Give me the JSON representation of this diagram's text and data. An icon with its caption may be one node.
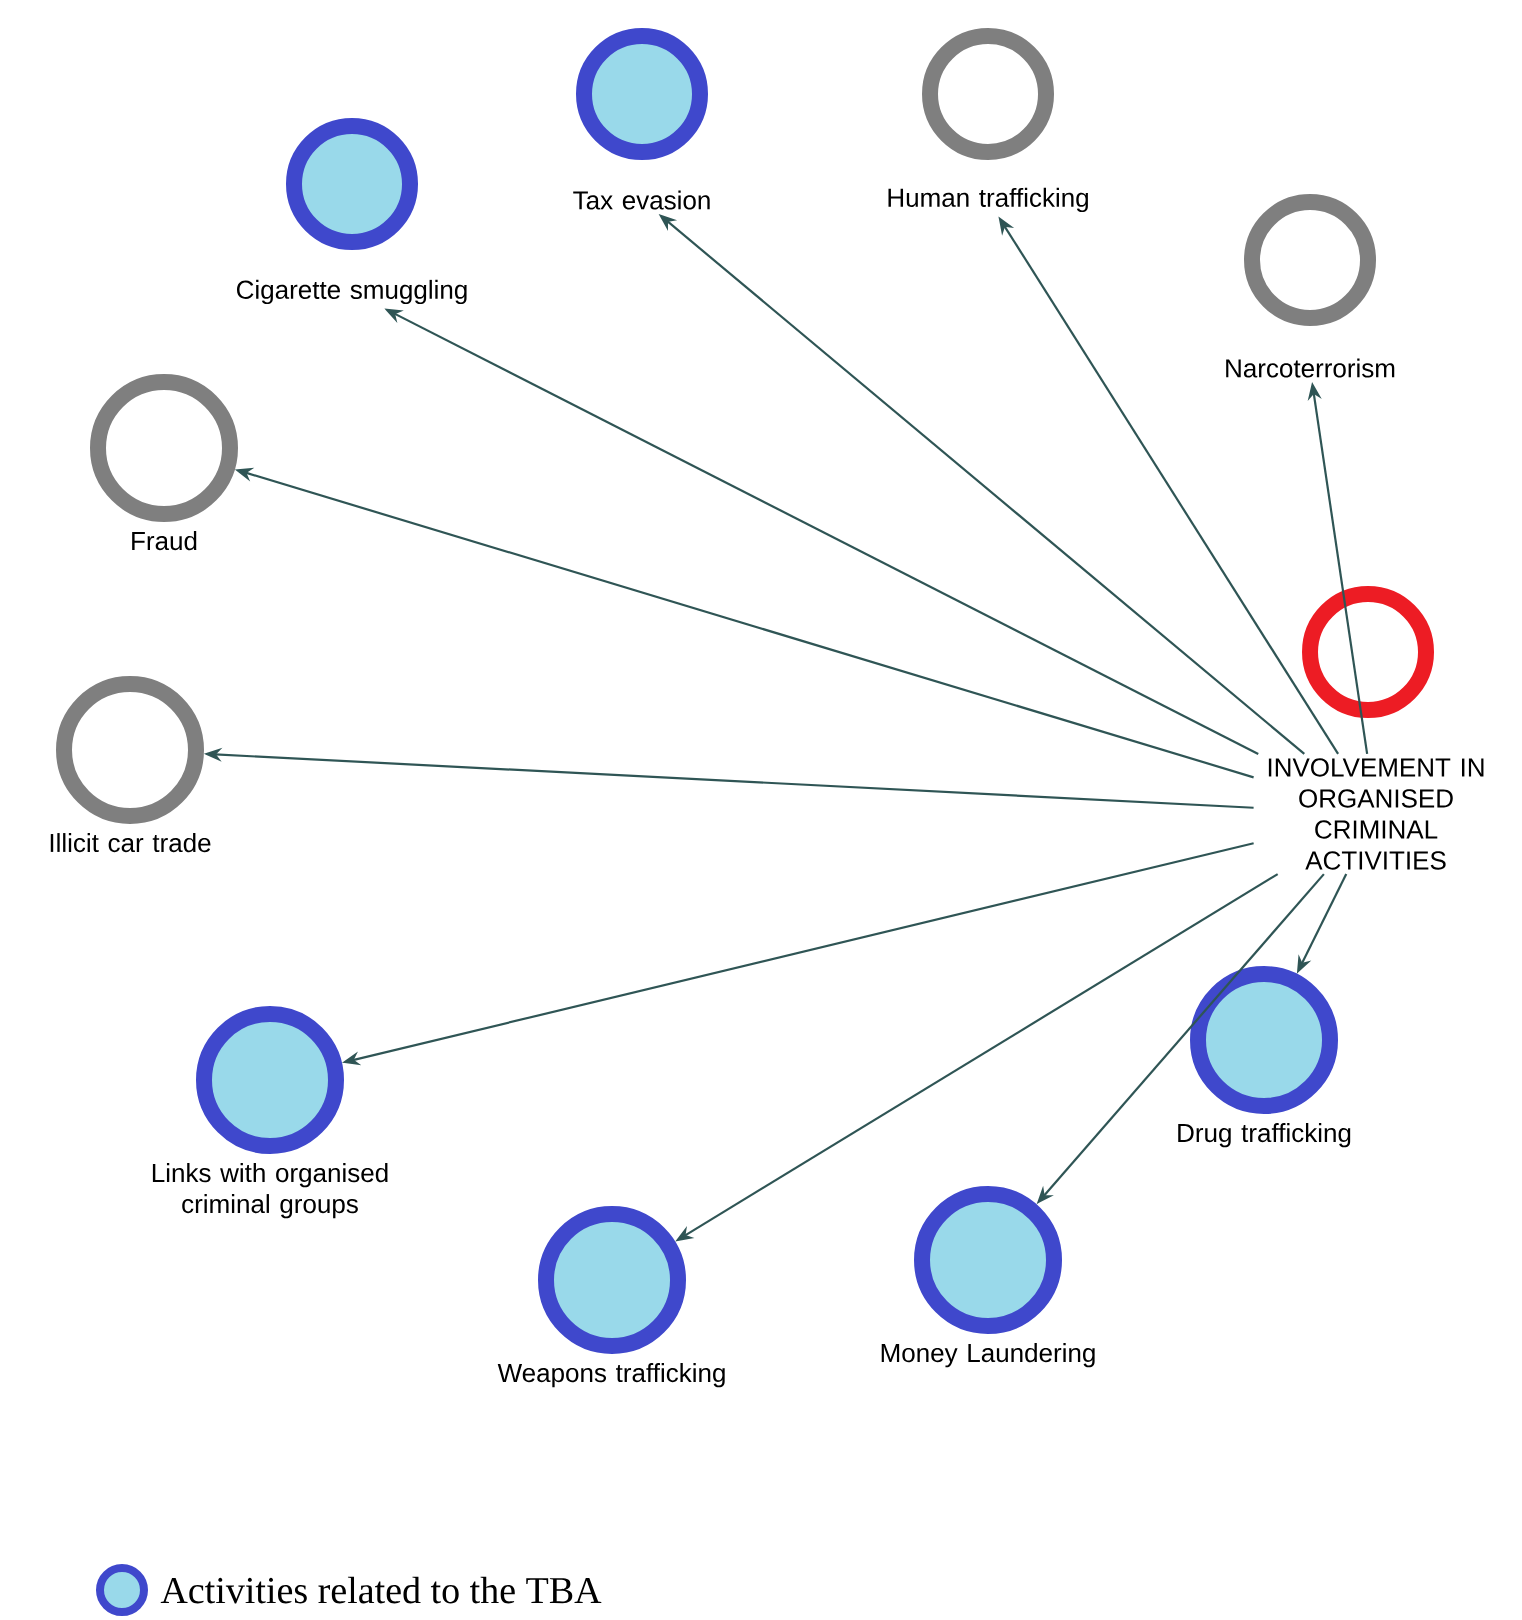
{
  "diagram": {
    "nodes": [
      {
        "text": [
          "Tax evasion"
        ]
      },
      {
        "text": [
          "Human trafficking"
        ]
      },
      {
        "text": [
          "Cigarette smuggling"
        ]
      },
      {
        "text": [
          "Narcoterrorism"
        ]
      },
      {
        "text": [
          "Fraud"
        ]
      },
      {
        "text": [
          "INVOLVEMENT IN ORGANISED CRIMINAL ACTIVITIES"
        ]
      },
      {
        "text": [
          "Illicit car trade"
        ]
      },
      {
        "text": [
          "Links with organised criminal groups"
        ]
      },
      {
        "text": [
          "Drug trafficking"
        ]
      },
      {
        "text": [
          "Weapons trafficking"
        ]
      },
      {
        "text": [
          "Money Laundering"
        ]
      }
    ],
    "edges": [
      {
        "from": 5,
        "to": 0,
        "arrow": "to"
      },
      {
        "from": 5,
        "to": 1,
        "arrow": "to"
      },
      {
        "from": 5,
        "to": 2,
        "arrow": "to"
      },
      {
        "from": 5,
        "to": 3,
        "arrow": "to"
      },
      {
        "from": 5,
        "to": 4,
        "arrow": "to"
      },
      {
        "from": 5,
        "to": 6,
        "arrow": "to"
      },
      {
        "from": 5,
        "to": 7,
        "arrow": "to"
      },
      {
        "from": 5,
        "to": 8,
        "arrow": "to"
      },
      {
        "from": 5,
        "to": 9,
        "arrow": "to"
      },
      {
        "from": 5,
        "to": 10,
        "arrow": "to"
      }
    ],
    "legend": [
      {
        "text": "Activities related to the TBA",
        "color": "#99d9ea"
      }
    ]
  }
}
